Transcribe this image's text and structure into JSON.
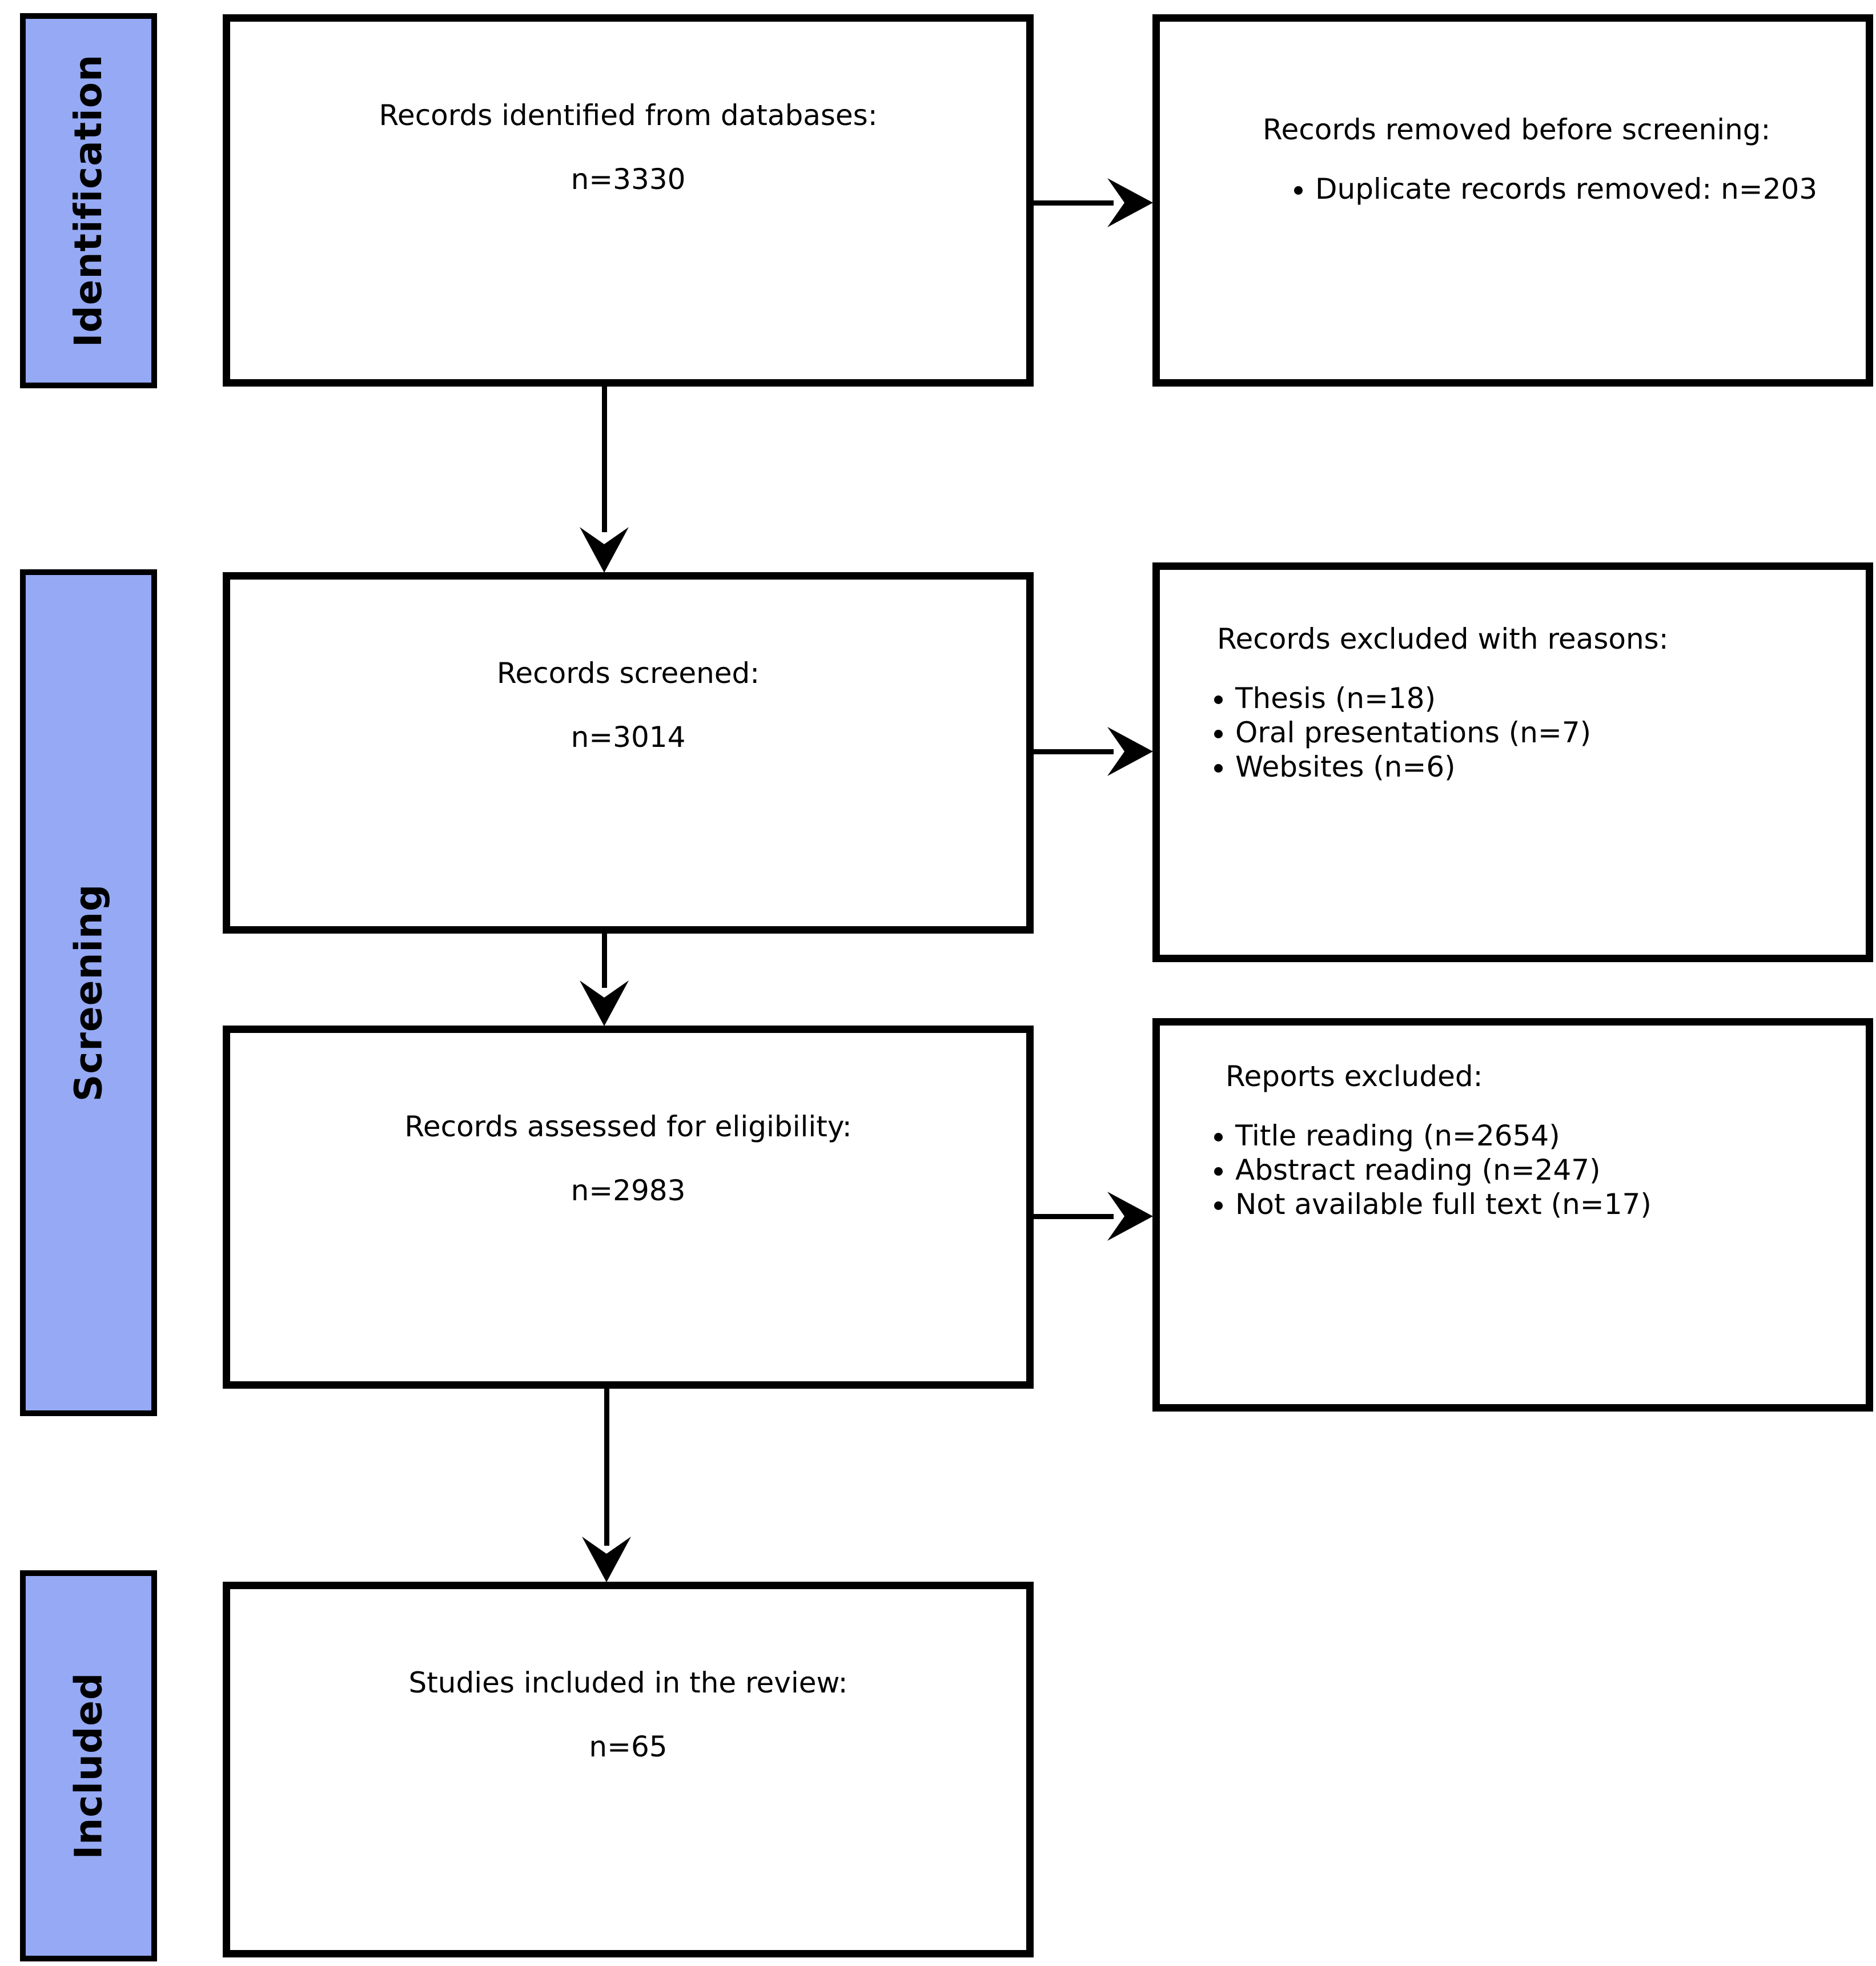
{
  "sidebar": {
    "stages": [
      {
        "label": "Identification"
      },
      {
        "label": "Screening"
      },
      {
        "label": "Included"
      }
    ]
  },
  "flow": {
    "process_boxes": [
      {
        "title": "Records identified from databases:",
        "count": "n=3330"
      },
      {
        "title": "Records screened:",
        "count": "n=3014"
      },
      {
        "title": "Records assessed for eligibility:",
        "count": "n=2983"
      },
      {
        "title": "Studies included in the review:",
        "count": "n=65"
      }
    ],
    "exclusion_boxes": [
      {
        "title": "Records removed before screening:",
        "items": [
          "Duplicate records removed: n=203"
        ]
      },
      {
        "title": "Records excluded with reasons:",
        "items": [
          "Thesis (n=18)",
          "Oral presentations (n=7)",
          "Websites (n=6)"
        ]
      },
      {
        "title": "Reports excluded:",
        "items": [
          "Title reading (n=2654)",
          "Abstract reading (n=247)",
          "Not available full text (n=17)"
        ]
      }
    ]
  },
  "colors": {
    "band_fill": "#95a9f4",
    "line": "#000000"
  }
}
